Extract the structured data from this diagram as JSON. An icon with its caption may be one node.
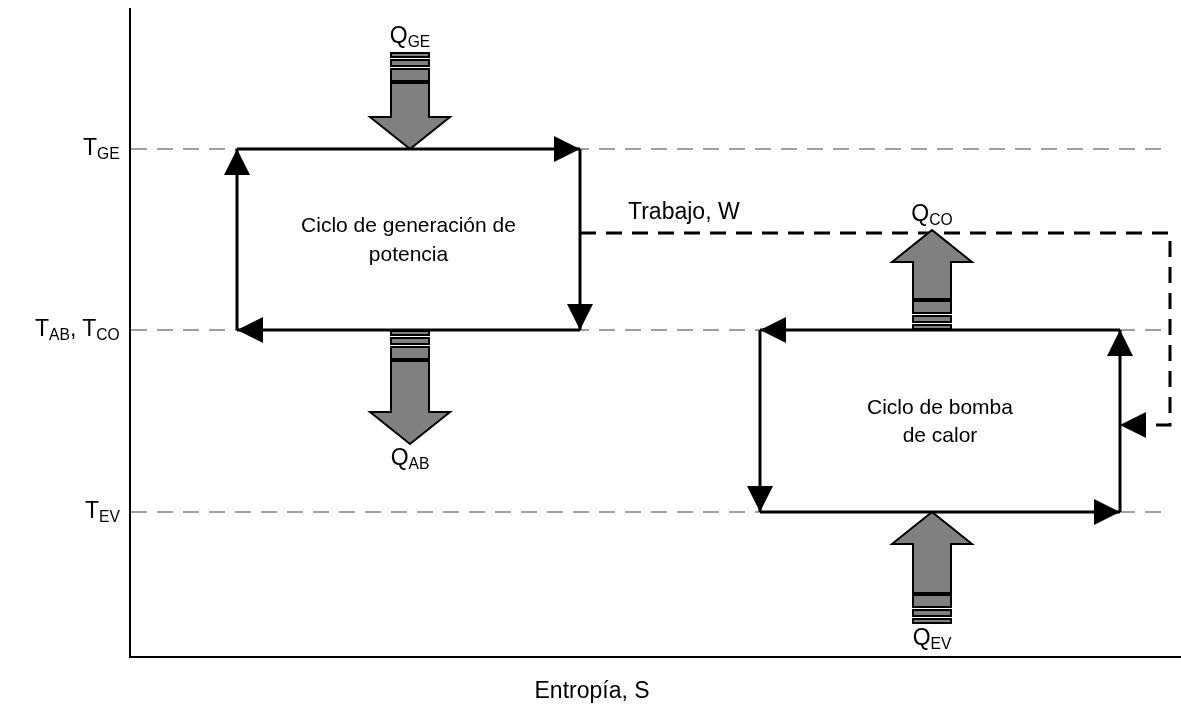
{
  "diagram": {
    "nodes": [
      {
        "text": [
          "Ciclo de generación de potencia"
        ]
      },
      {
        "text": [
          "Ciclo de bomba de calor"
        ]
      },
      {
        "text": [
          "Q$_{GE}$"
        ]
      },
      {
        "text": [
          "Q$_{AB}$"
        ]
      },
      {
        "text": [
          "Q$_{CO}$"
        ]
      },
      {
        "text": [
          "Q$_{EV}$"
        ]
      }
    ],
    "edges": [
      {
        "from": 0,
        "to": 1,
        "arrow": "to",
        "label": "Trabajo, W",
        "style": "dashed"
      },
      {
        "from": 2,
        "to": 0,
        "arrow": "to",
        "style": "thick",
        "color": "#808080"
      },
      {
        "from": 0,
        "to": 3,
        "arrow": "to",
        "style": "thick",
        "color": "#808080"
      },
      {
        "from": 1,
        "to": 4,
        "arrow": "to",
        "style": "thick",
        "color": "#808080"
      },
      {
        "from": 5,
        "to": 1,
        "arrow": "to",
        "style": "thick",
        "color": "#808080"
      }
    ],
    "labels": [
      "T$_{GE}$",
      "T$_{AB}$, T$_{CO}$",
      "T$_{EV}$",
      "Entropía, S"
    ]
  }
}
